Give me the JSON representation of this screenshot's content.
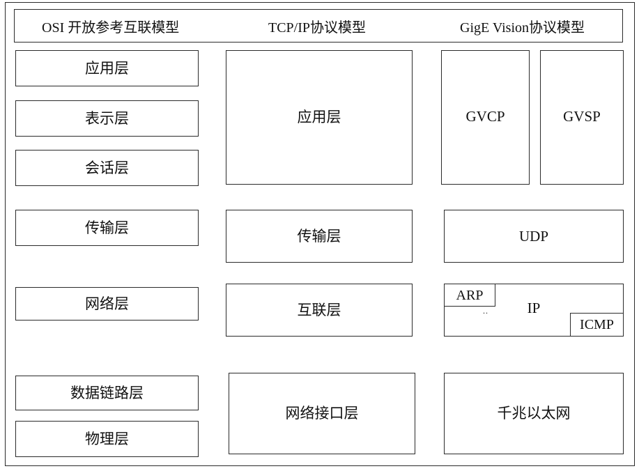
{
  "headers": {
    "osi": "OSI 开放参考互联模型",
    "tcpip": "TCP/IP协议模型",
    "gige": "GigE Vision协议模型"
  },
  "osi_layers": {
    "application": "应用层",
    "presentation": "表示层",
    "session": "会话层",
    "transport": "传输层",
    "network": "网络层",
    "data_link": "数据链路层",
    "physical": "物理层"
  },
  "tcpip_layers": {
    "application": "应用层",
    "transport": "传输层",
    "internet": "互联层",
    "network_interface": "网络接口层"
  },
  "gige_layers": {
    "gvcp": "GVCP",
    "gvsp": "GVSP",
    "udp": "UDP",
    "ip": "IP",
    "arp": "ARP",
    "icmp": "ICMP",
    "ethernet": "千兆以太网"
  }
}
